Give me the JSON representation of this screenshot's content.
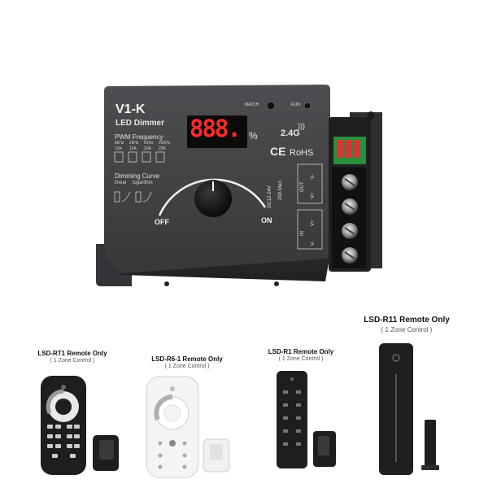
{
  "device": {
    "model": "V1-K",
    "subtitle": "LED Dimmer",
    "display": "888.",
    "percent": "%",
    "match_label": "MATCH",
    "run_label": "RUN",
    "rf": "2.4G",
    "ce": "CE",
    "rohs": "RoHS",
    "pwm_title": "PWM Frequency",
    "pwm_freqs": [
      "8kHz",
      "2kHz",
      "60Hz",
      "250Hz"
    ],
    "pwm_amps": [
      "10A",
      "15A",
      "20A",
      "20A"
    ],
    "curve_title": "Dimming Curve",
    "curve_linear": "linear",
    "curve_log": "logarithm",
    "off_label": "OFF",
    "on_label": "ON",
    "out_label": "OUT",
    "in_label": "IN",
    "v_minus": "V-",
    "v_plus": "V+",
    "max_current": "20A Max.",
    "voltage": "DC12-24V"
  },
  "remotes": [
    {
      "title": "LSD-RT1 Remote Only",
      "subtitle": "( 1 Zone Control )"
    },
    {
      "title": "LSD-R6-1 Remote Only",
      "subtitle": "( 1 Zone Control )"
    },
    {
      "title": "LSD-R1 Remote Only",
      "subtitle": "( 1 Zone Control )"
    },
    {
      "title": "LSD-R11 Remote Only",
      "subtitle": "( 1 Zone Control )"
    }
  ],
  "colors": {
    "housing": "#3a3b3d",
    "housing_top": "#4a4b4e",
    "display_red": "#ff2a2a",
    "dip_red": "#e03030",
    "remote_black": "#1f1f21",
    "remote_white": "#f2f2f2"
  }
}
